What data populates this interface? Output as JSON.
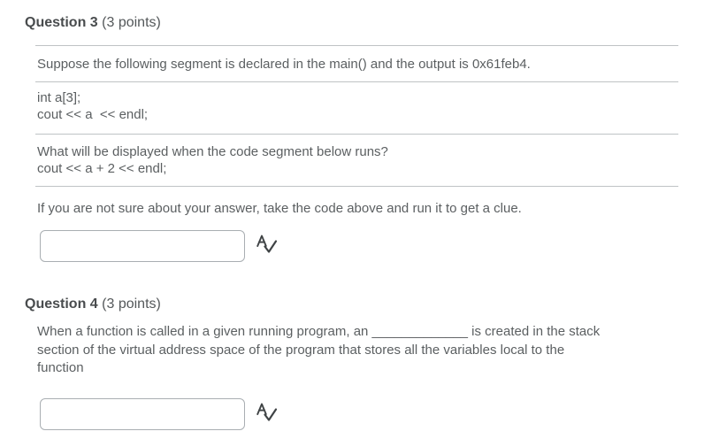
{
  "colors": {
    "text": "#5b5f61",
    "heading": "#494c4e",
    "rule": "#bfc3c5",
    "input_border": "#a9aeb2",
    "icon": "#3f4345"
  },
  "question3": {
    "title": "Question 3",
    "points": "(3 points)",
    "intro": "Suppose the following segment is declared in the main() and the output is 0x61feb4.",
    "code_block_1": {
      "line1": "int a[3];",
      "line2": "cout << a  << endl;"
    },
    "prompt": {
      "line1": "What will be displayed when the code segment below runs?",
      "line2": "cout << a + 2 << endl;"
    },
    "hint": "If you are not sure about your answer, take the code above and run it to get a clue.",
    "answer": {
      "value": "",
      "spellcheck_icon": "spellcheck"
    }
  },
  "question4": {
    "title": "Question 4",
    "points": "(3 points)",
    "body_lines": [
      "When a function is called in a given running program, an _____________ is created in the stack",
      "section of the virtual address space of the program that stores all the variables local to the",
      "function"
    ],
    "answer": {
      "value": "",
      "spellcheck_icon": "spellcheck"
    }
  }
}
